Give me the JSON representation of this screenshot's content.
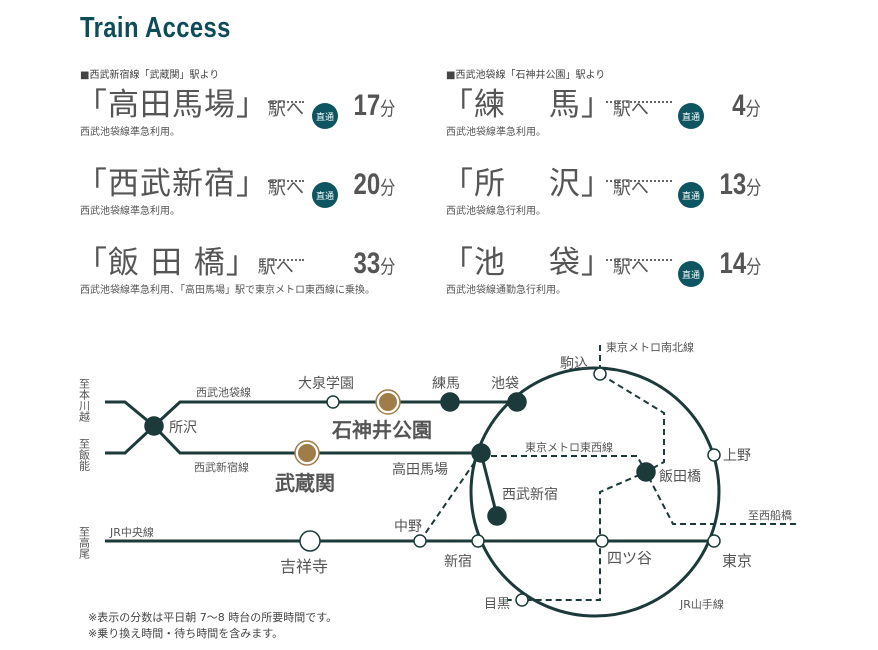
{
  "title": "Train Access",
  "left": {
    "heading": "■西武新宿線「武蔵関」駅より",
    "rows": [
      {
        "dest": "「高田馬場」",
        "eki": "駅へ",
        "badge": "直通",
        "min": "17",
        "unit": "分",
        "note": "西武池袋線準急利用。"
      },
      {
        "dest": "「西武新宿」",
        "eki": "駅へ",
        "badge": "直通",
        "min": "20",
        "unit": "分",
        "note": "西武池袋線準急利用。"
      },
      {
        "dest": "「飯 田 橋」",
        "eki": "駅へ",
        "badge": null,
        "min": "33",
        "unit": "分",
        "note": "西武池袋線準急利用、「高田馬場」駅で東京メトロ東西線に乗換。"
      }
    ]
  },
  "right": {
    "heading": "■西武池袋線「石神井公園」駅より",
    "rows": [
      {
        "dest": "「練　 馬」",
        "eki": "駅へ",
        "badge": "直通",
        "min": "4",
        "unit": "分",
        "note": "西武池袋線準急利用。"
      },
      {
        "dest": "「所　 沢」",
        "eki": "駅へ",
        "badge": "直通",
        "min": "13",
        "unit": "分",
        "note": "西武池袋線急行利用。"
      },
      {
        "dest": "「池　 袋」",
        "eki": "駅へ",
        "badge": "直通",
        "min": "14",
        "unit": "分",
        "note": "西武池袋線通勤急行利用。"
      }
    ]
  },
  "map": {
    "dir_honkawagoe": "至本川越",
    "dir_hanno": "至飯能",
    "dir_takao": "至高尾",
    "dir_nishifunabashi": "至西船橋",
    "line_ikebukuro": "西武池袋線",
    "line_shinjuku": "西武新宿線",
    "line_chuo": "JR中央線",
    "line_tozai": "東京メトロ東西線",
    "line_namboku": "東京メトロ南北線",
    "line_yamanote": "JR山手線",
    "tokorozawa": "所沢",
    "oizumi": "大泉学園",
    "shakujii": "石神井公園",
    "nerima": "練馬",
    "ikebukuro": "池袋",
    "musashiseki": "武蔵関",
    "takadanobaba": "高田馬場",
    "seibushinjuku": "西武新宿",
    "nakano": "中野",
    "kichijoji": "吉祥寺",
    "shinjuku": "新宿",
    "yotsuya": "四ツ谷",
    "tokyo": "東京",
    "ueno": "上野",
    "iidabashi": "飯田橋",
    "komagome": "駒込",
    "meguro": "目黒"
  },
  "footnotes": [
    "※表示の分数は平日朝 7～8 時台の所要時間です。",
    "※乗り換え時間・待ち時間を含みます。"
  ],
  "colors": {
    "line": "#1c3a3a",
    "accent": "#0d5560",
    "highlight": "#a07c48"
  }
}
